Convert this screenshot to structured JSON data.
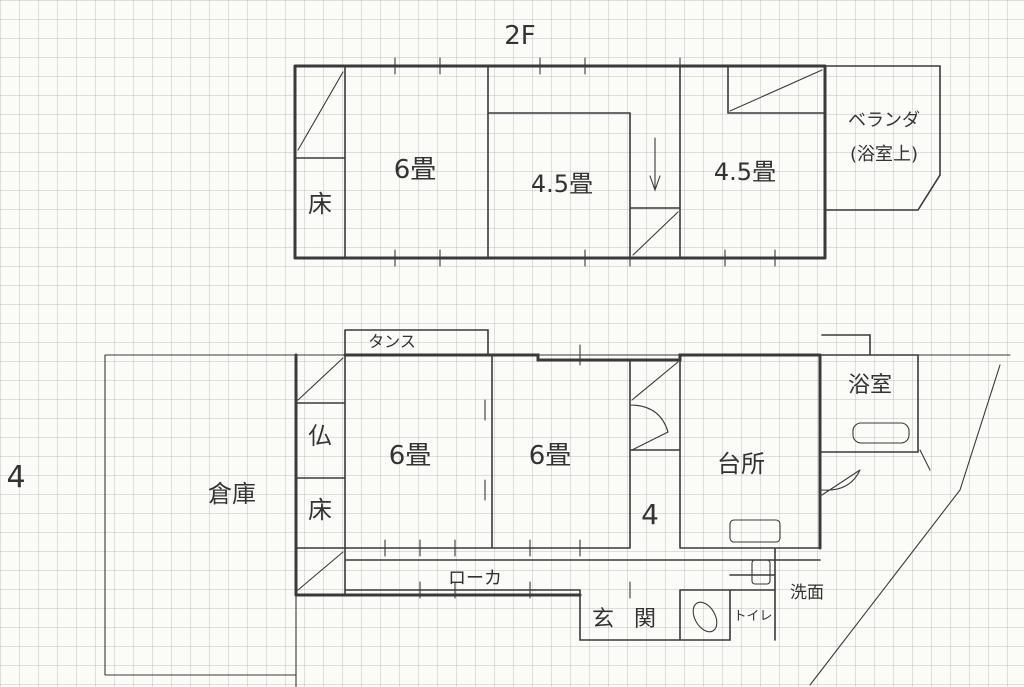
{
  "floor2": {
    "title": "2F",
    "room_6": "6畳",
    "room_45a": "4.5畳",
    "room_45b": "4.5畳",
    "toko": "床",
    "veranda": "ベランダ",
    "veranda_note": "(浴室上)"
  },
  "floor1": {
    "tansu": "タンス",
    "room_6a": "6畳",
    "room_6b": "6畳",
    "butsu": "仏",
    "toko": "床",
    "kitchen": "台所",
    "bath": "浴室",
    "storage": "倉庫",
    "corridor": "ローカ",
    "entrance_a": "玄",
    "entrance_b": "関",
    "toilet": "トイレ",
    "washroom": "洗面",
    "stair_num": "4",
    "side_num": "4"
  }
}
